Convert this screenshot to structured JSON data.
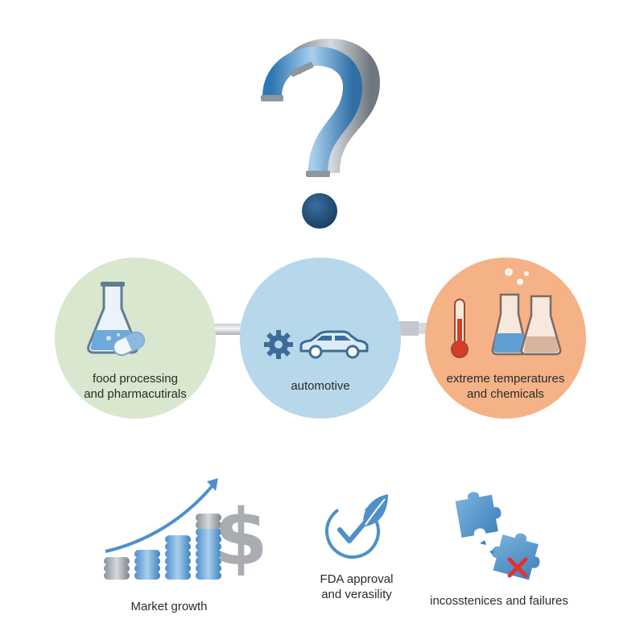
{
  "circles": [
    {
      "id": "food",
      "label": "food processing\nand pharmacutirals",
      "color": "#d8e7cd"
    },
    {
      "id": "automotive",
      "label": "automotive",
      "color": "#b7d8ea"
    },
    {
      "id": "extreme",
      "label": "extreme temperatures\nand chemicals",
      "color": "#f4b286"
    }
  ],
  "bottom_items": [
    {
      "id": "market",
      "label": "Market growth"
    },
    {
      "id": "fda",
      "label": "FDA approval\nand verasility"
    },
    {
      "id": "inconsistencies",
      "label": "incosstenices and failures"
    }
  ],
  "colors": {
    "pipe_blue": "#5aa0d2",
    "pipe_gray": "#9aa3ab",
    "dot_navy": "#214f7d",
    "accent_blue": "#4f8fcb",
    "dollar_gray": "#a9adb1",
    "red_x": "#e2312f"
  },
  "icons": [
    "question-mark-pipe-icon",
    "flask-icon",
    "pill-icon",
    "gear-icon",
    "car-icon",
    "thermometer-icon",
    "beaker-icon",
    "growth-chart-icon",
    "dollar-icon",
    "checkmark-badge-icon",
    "leaf-icon",
    "puzzle-piece-icon",
    "red-x-icon"
  ]
}
